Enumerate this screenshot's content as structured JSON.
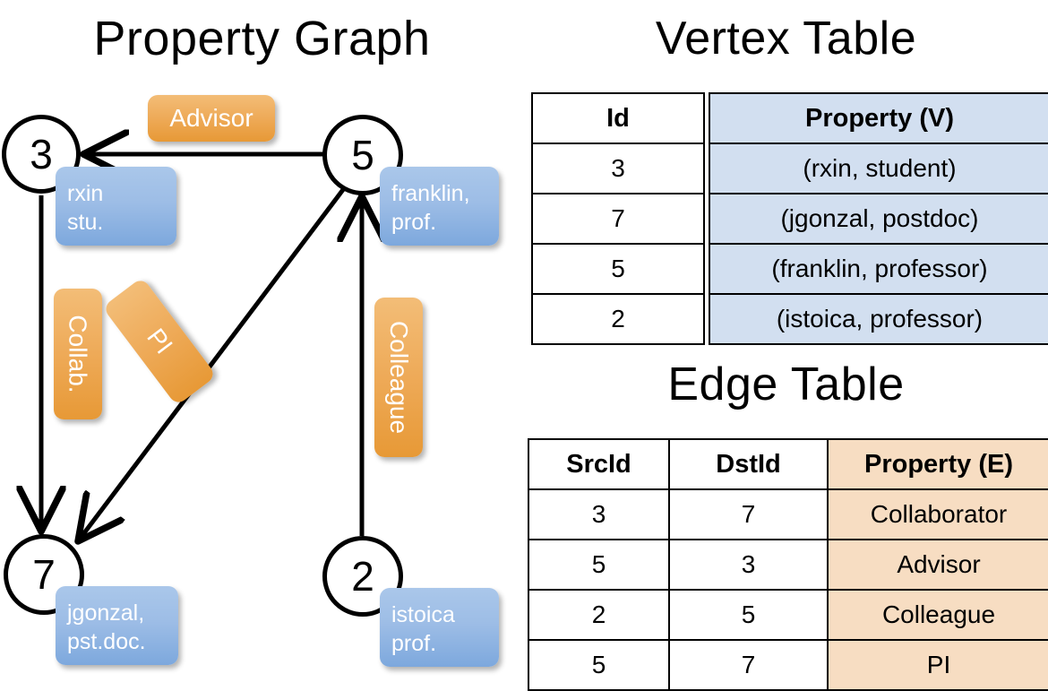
{
  "titles": {
    "property_graph": "Property Graph",
    "vertex_table": "Vertex Table",
    "edge_table": "Edge Table"
  },
  "colors": {
    "vertex_property_fill": "#d2dff0",
    "edge_property_fill": "#f7ddc2",
    "node_box_blue": "#9dbde6",
    "edge_label_orange": "#eeaa58",
    "stroke": "#000000"
  },
  "graph": {
    "vertices": [
      {
        "id": "3",
        "prop_line1": "rxin",
        "prop_line2": "stu."
      },
      {
        "id": "5",
        "prop_line1": "franklin,",
        "prop_line2": "prof."
      },
      {
        "id": "7",
        "prop_line1": "jgonzal,",
        "prop_line2": "pst.doc."
      },
      {
        "id": "2",
        "prop_line1": "istoica",
        "prop_line2": "prof."
      }
    ],
    "edge_labels": [
      {
        "name": "advisor",
        "text": "Advisor"
      },
      {
        "name": "collab",
        "text": "Collab."
      },
      {
        "name": "pi",
        "text": "PI"
      },
      {
        "name": "colleague",
        "text": "Colleague"
      }
    ]
  },
  "vertex_table": {
    "headers": [
      "Id",
      "Property (V)"
    ],
    "rows": [
      {
        "id": "3",
        "property": "(rxin, student)"
      },
      {
        "id": "7",
        "property": "(jgonzal, postdoc)"
      },
      {
        "id": "5",
        "property": "(franklin, professor)"
      },
      {
        "id": "2",
        "property": "(istoica, professor)"
      }
    ]
  },
  "edge_table": {
    "headers": [
      "SrcId",
      "DstId",
      "Property (E)"
    ],
    "rows": [
      {
        "src": "3",
        "dst": "7",
        "property": "Collaborator"
      },
      {
        "src": "5",
        "dst": "3",
        "property": "Advisor"
      },
      {
        "src": "2",
        "dst": "5",
        "property": "Colleague"
      },
      {
        "src": "5",
        "dst": "7",
        "property": "PI"
      }
    ]
  }
}
